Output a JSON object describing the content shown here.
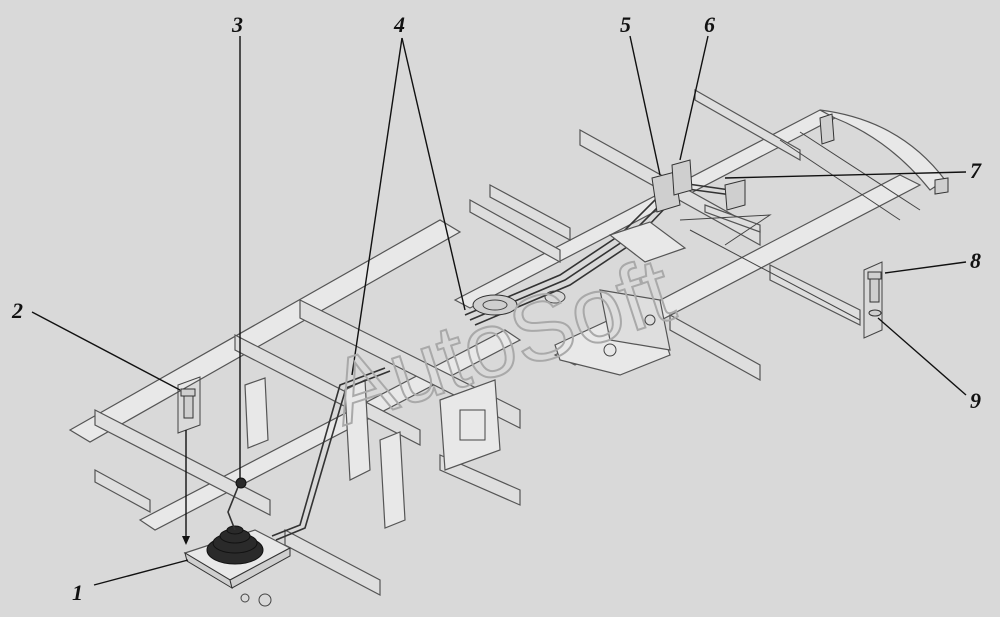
{
  "watermark": "AutoSoft",
  "callouts": [
    {
      "id": "1",
      "text": "1"
    },
    {
      "id": "2",
      "text": "2"
    },
    {
      "id": "3",
      "text": "3"
    },
    {
      "id": "4",
      "text": "4"
    },
    {
      "id": "5",
      "text": "5"
    },
    {
      "id": "6",
      "text": "6"
    },
    {
      "id": "7",
      "text": "7"
    },
    {
      "id": "8",
      "text": "8"
    },
    {
      "id": "9",
      "text": "9"
    }
  ],
  "colors": {
    "background": "#d9d9d9",
    "frame": "#e8e8e8",
    "ink": "#111111"
  }
}
